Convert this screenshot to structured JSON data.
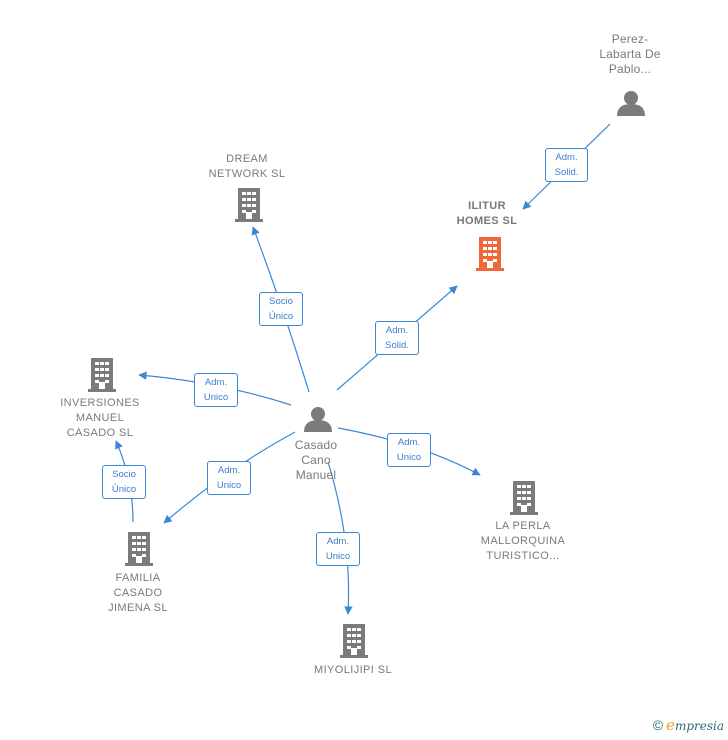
{
  "colors": {
    "edge": "#3a87d6",
    "node_gray": "#7b7b7b",
    "node_highlight": "#f0673a"
  },
  "nodes": {
    "perez": {
      "lines": [
        "Perez-",
        "Labarta De",
        "Pablo..."
      ],
      "kind": "person"
    },
    "dream": {
      "lines": [
        "DREAM",
        "NETWORK SL"
      ],
      "kind": "company"
    },
    "ilitur": {
      "lines": [
        "ILITUR",
        "HOMES SL"
      ],
      "kind": "company-main"
    },
    "inversiones": {
      "lines": [
        "INVERSIONES",
        "MANUEL",
        "CASADO SL"
      ],
      "kind": "company"
    },
    "casado": {
      "lines": [
        "Casado",
        "Cano",
        "Manuel"
      ],
      "kind": "person"
    },
    "laperla": {
      "lines": [
        "LA PERLA",
        "MALLORQUINA",
        "TURISTICO..."
      ],
      "kind": "company"
    },
    "familia": {
      "lines": [
        "FAMILIA",
        "CASADO",
        "JIMENA SL"
      ],
      "kind": "company"
    },
    "miyolijipi": {
      "lines": [
        "MIYOLIJIPI SL"
      ],
      "kind": "company"
    }
  },
  "edges": {
    "perez_ilitur": [
      "Adm.",
      "Solid."
    ],
    "casado_dream": [
      "Socio",
      "Único"
    ],
    "casado_ilitur": [
      "Adm.",
      "Solid."
    ],
    "casado_inversiones": [
      "Adm.",
      "Unico"
    ],
    "casado_laperla": [
      "Adm.",
      "Unico"
    ],
    "casado_familia": [
      "Adm.",
      "Unico"
    ],
    "familia_inversiones": [
      "Socio",
      "Único"
    ],
    "casado_miyolijipi": [
      "Adm.",
      "Unico"
    ]
  },
  "footer": {
    "copyright": "©",
    "brand_initial": "e",
    "brand_rest": "mpresia"
  }
}
